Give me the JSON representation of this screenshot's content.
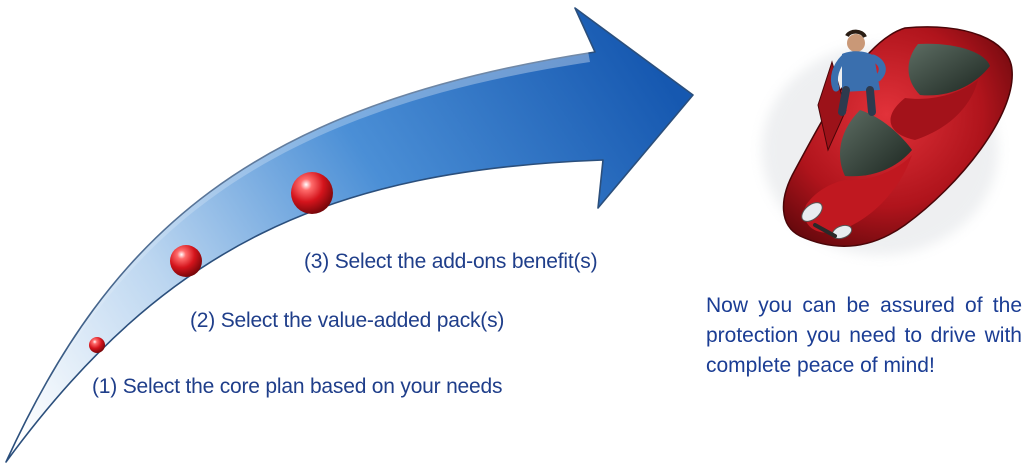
{
  "steps": [
    {
      "label": "(1) Select the core plan based on your needs"
    },
    {
      "label": "(2) Select the value-added pack(s)"
    },
    {
      "label": "(3) Select the add-ons benefit(s)"
    }
  ],
  "conclusion": {
    "text": "Now you can be assured of the protection you need to drive with complete peace of mind!"
  },
  "colors": {
    "arrow_dark": "#1a5fb4",
    "arrow_light": "#dce9f7",
    "bead_red": "#d4141c",
    "text_blue": "#1f3e8a",
    "car_red": "#b0141c"
  },
  "icons": {
    "progress_arrow": "curved-arrow-icon",
    "step_marker": "red-bead-icon",
    "hero_image": "car-with-driver-image"
  }
}
